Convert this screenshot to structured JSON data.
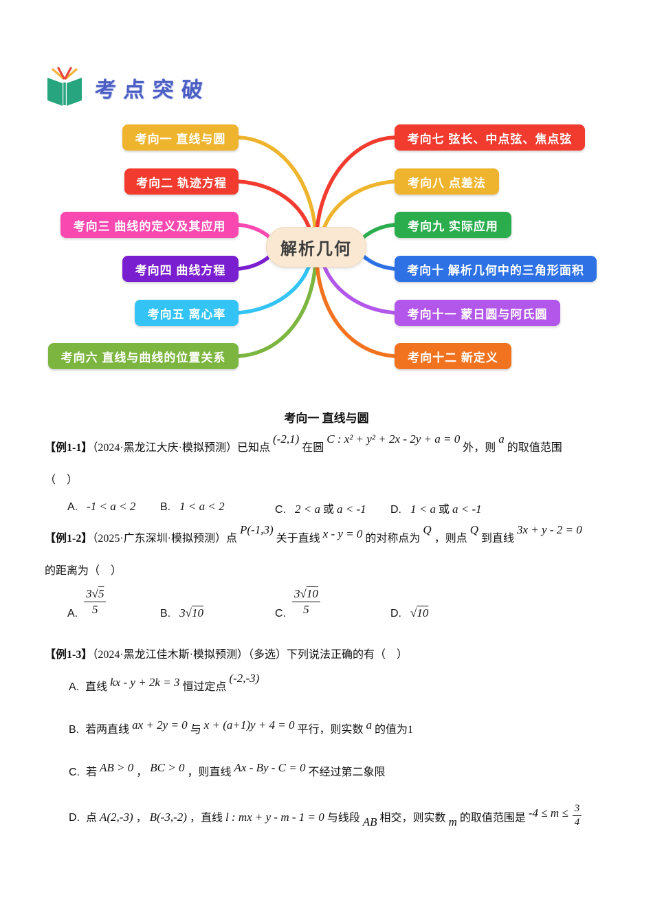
{
  "header": {
    "title": "考点突破",
    "title_color": "#4B5EC4",
    "book_green": "#27A57E",
    "book_red": "#E8443C",
    "book_yellow": "#F3B33C"
  },
  "mindmap": {
    "center": {
      "label": "解析几何",
      "bg": "#FAE8D3",
      "text_color": "#3D3D3D"
    },
    "left_nodes": [
      {
        "label": "考向一 直线与圆",
        "color": "#EFB42E"
      },
      {
        "label": "考向二 轨迹方程",
        "color": "#F23B2F"
      },
      {
        "label": "考向三 曲线的定义及其应用",
        "color": "#F948B0"
      },
      {
        "label": "考向四 曲线方程",
        "color": "#7A1FD0"
      },
      {
        "label": "考向五 离心率",
        "color": "#33C3F4"
      },
      {
        "label": "考向六 直线与曲线的位置关系",
        "color": "#7CB53F"
      }
    ],
    "right_nodes": [
      {
        "label": "考向七 弦长、中点弦、焦点弦",
        "color": "#F23B2F"
      },
      {
        "label": "考向八 点差法",
        "color": "#EFB42E"
      },
      {
        "label": "考向九 实际应用",
        "color": "#2BAD4E"
      },
      {
        "label": "考向十 解析几何中的三角形面积",
        "color": "#2D71E5"
      },
      {
        "label": "考向十一 蒙日圆与阿氏圆",
        "color": "#B257EA"
      },
      {
        "label": "考向十二 新定义",
        "color": "#F2731F"
      }
    ]
  },
  "section_title": "考向一 直线与圆",
  "p1": {
    "tag": "【例1-1】",
    "seg1": "（2024·黑龙江大庆·模拟预测）已知点",
    "m1": "(-2,1)",
    "seg2": "在圆",
    "m2": "C : x² + y² + 2x - 2y + a = 0",
    "seg3": "外，则",
    "m3": "a",
    "seg4": "的取值范围",
    "line2": "（　）",
    "opts": {
      "A_label": "A.",
      "A_math": "-1 < a < 2",
      "B_label": "B.",
      "B_math": "1 < a < 2",
      "C_label": "C.",
      "C_m1": "2 < a",
      "C_or": "或",
      "C_m2": "a < -1",
      "D_label": "D.",
      "D_m1": "1 < a",
      "D_or": "或",
      "D_m2": "a < -1"
    }
  },
  "p2": {
    "tag": "【例1-2】",
    "seg1": "（2025·广东深圳·模拟预测）点",
    "m1": "P(-1,3)",
    "seg2": "关于直线",
    "m2": "x - y = 0",
    "seg3": "的对称点为",
    "m3": "Q",
    "seg4": "，则点",
    "m4": "Q",
    "seg5": "到直线",
    "m5": "3x + y - 2 = 0",
    "line2": "的距离为（　）",
    "opts": {
      "A_label": "A.",
      "A_pre": "3√",
      "A_rad": "5",
      "A_den": "5",
      "B_label": "B.",
      "B_pre": "3√",
      "B_rad": "10",
      "C_label": "C.",
      "C_pre": "3√",
      "C_rad": "10",
      "C_den": "5",
      "D_label": "D.",
      "D_pre": "√",
      "D_rad": "10"
    }
  },
  "p3": {
    "tag": "【例1-3】",
    "line1": "（2024·黑龙江佳木斯·模拟预测）（多选）下列说法正确的有（　）",
    "A": {
      "label": "A.",
      "seg1": "直线",
      "m1": "kx - y + 2k = 3",
      "seg2": "恒过定点",
      "m2": "(-2,-3)"
    },
    "B": {
      "label": "B.",
      "seg1": "若两直线",
      "m1": "ax + 2y = 0",
      "seg2": "与",
      "m2": "x + (a+1)y + 4 = 0",
      "seg3": "平行，则实数",
      "m3": "a",
      "seg4": "的值为1"
    },
    "C": {
      "label": "C.",
      "seg1": "若",
      "m1": "AB > 0",
      "seg2": "，",
      "m2": "BC > 0",
      "seg3": "，则直线",
      "m3": "Ax - By - C = 0",
      "seg4": "不经过第二象限"
    },
    "D": {
      "label": "D.",
      "seg1": "点",
      "m1": "A(2,-3)",
      "seg2": "，",
      "m2": "B(-3,-2)",
      "seg3": "，直线",
      "m3": "l : mx + y - m - 1 = 0",
      "seg4": "与线段",
      "m4": "AB",
      "seg5": "相交，则实数",
      "m5": "m",
      "seg6": "的取值范围是",
      "m6": "-4 ≤ m ≤",
      "frac_num": "3",
      "frac_den": "4"
    }
  }
}
